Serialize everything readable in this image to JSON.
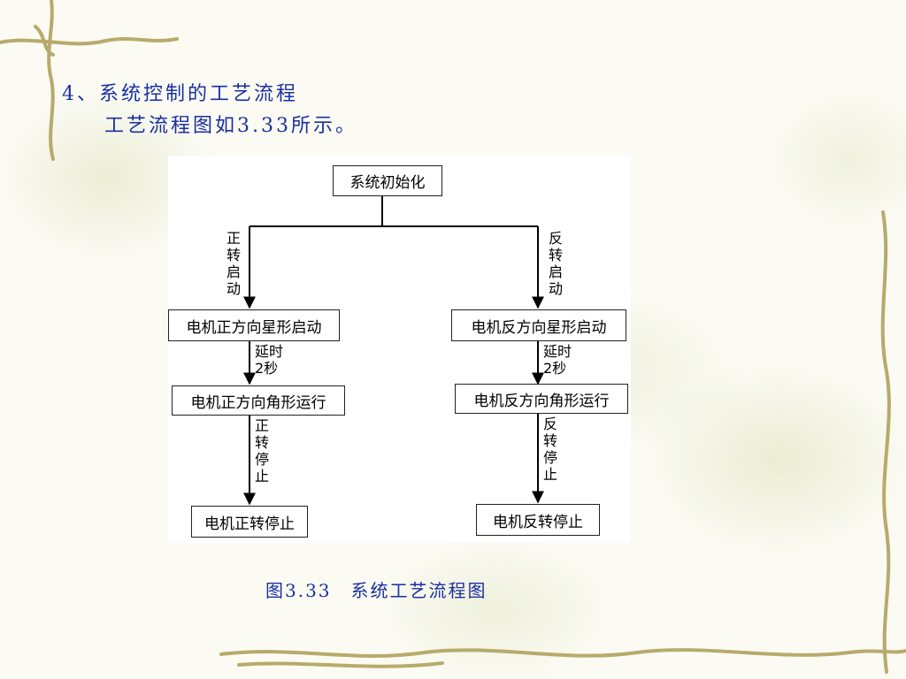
{
  "heading": {
    "line1": "4、系统控制的工艺流程",
    "line2": "工艺流程图如3.33所示。"
  },
  "flowchart": {
    "init": "系统初始化",
    "left_branch_label": "正转启动",
    "right_branch_label": "反转启动",
    "fwd_star": "电机正方向星形启动",
    "rev_star": "电机反方向星形启动",
    "delay_left": "延时2秒",
    "delay_right": "延时2秒",
    "fwd_delta": "电机正方向角形运行",
    "rev_delta": "电机反方向角形运行",
    "fwd_stop_label": "正转停止",
    "rev_stop_label": "反转停止",
    "fwd_stop": "电机正转停止",
    "rev_stop": "电机反转停止"
  },
  "caption": "图3.33　系统工艺流程图",
  "colors": {
    "title_text": "#1a2fa0",
    "vine": "#b8aa6a"
  }
}
